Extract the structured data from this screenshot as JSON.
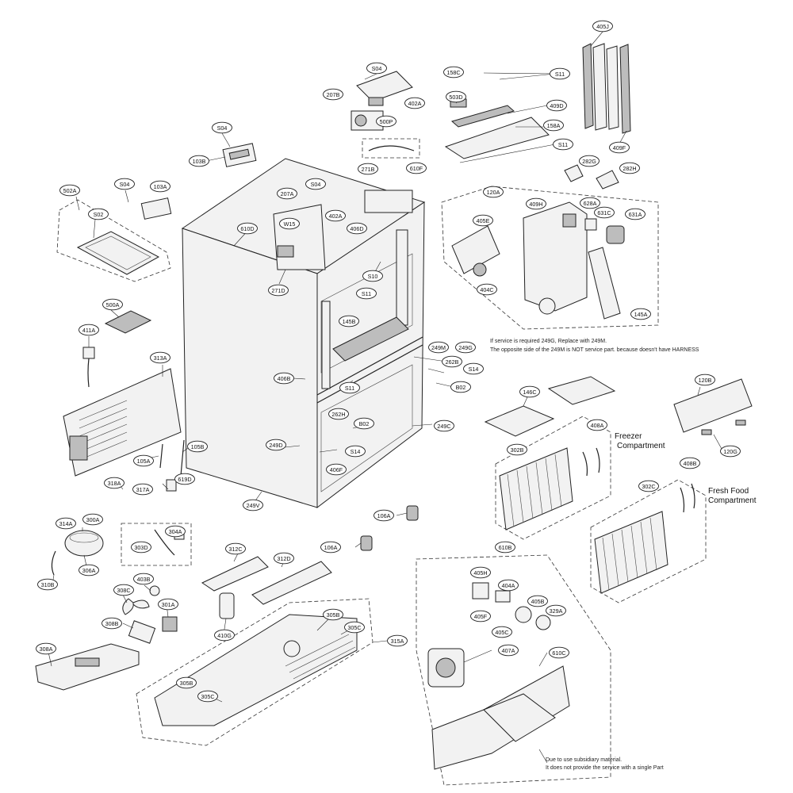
{
  "callouts": [
    {
      "id": "c405J",
      "label": "405J"
    },
    {
      "id": "c158C",
      "label": "158C"
    },
    {
      "id": "cS11a",
      "label": "S11"
    },
    {
      "id": "c503D",
      "label": "503D"
    },
    {
      "id": "c409D",
      "label": "409D"
    },
    {
      "id": "c158A",
      "label": "158A"
    },
    {
      "id": "cS11b",
      "label": "S11"
    },
    {
      "id": "c409F",
      "label": "409F"
    },
    {
      "id": "c282G",
      "label": "282G"
    },
    {
      "id": "c282H",
      "label": "282H"
    },
    {
      "id": "cS04a",
      "label": "S04"
    },
    {
      "id": "c207B",
      "label": "207B"
    },
    {
      "id": "c402Aa",
      "label": "402A"
    },
    {
      "id": "c500P",
      "label": "500P"
    },
    {
      "id": "cS04b",
      "label": "S04"
    },
    {
      "id": "c103B",
      "label": "103B"
    },
    {
      "id": "c610F",
      "label": "610F"
    },
    {
      "id": "c271B",
      "label": "271B"
    },
    {
      "id": "cS04c",
      "label": "S04"
    },
    {
      "id": "c103A",
      "label": "103A"
    },
    {
      "id": "c502A",
      "label": "502A"
    },
    {
      "id": "cS02",
      "label": "S02"
    },
    {
      "id": "c207A",
      "label": "207A"
    },
    {
      "id": "cS04d",
      "label": "S04"
    },
    {
      "id": "c402Ab",
      "label": "402A"
    },
    {
      "id": "cW15",
      "label": "W15"
    },
    {
      "id": "c406D",
      "label": "406D"
    },
    {
      "id": "c610D",
      "label": "610D"
    },
    {
      "id": "cS10",
      "label": "S10"
    },
    {
      "id": "c271D",
      "label": "271D"
    },
    {
      "id": "c120A",
      "label": "120A"
    },
    {
      "id": "c409H",
      "label": "409H"
    },
    {
      "id": "c628A",
      "label": "628A"
    },
    {
      "id": "c631C",
      "label": "631C"
    },
    {
      "id": "c631A",
      "label": "631A"
    },
    {
      "id": "c405E",
      "label": "405E"
    },
    {
      "id": "c404C",
      "label": "404C"
    },
    {
      "id": "c145A",
      "label": "145A"
    },
    {
      "id": "cS11c",
      "label": "S11"
    },
    {
      "id": "c145B",
      "label": "145B"
    },
    {
      "id": "c500A",
      "label": "500A"
    },
    {
      "id": "c411A",
      "label": "411A"
    },
    {
      "id": "c249M",
      "label": "249M"
    },
    {
      "id": "c249G",
      "label": "249G"
    },
    {
      "id": "c262B",
      "label": "262B"
    },
    {
      "id": "cS14a",
      "label": "S14"
    },
    {
      "id": "c313A",
      "label": "313A"
    },
    {
      "id": "c406B",
      "label": "406B"
    },
    {
      "id": "cS11d",
      "label": "S11"
    },
    {
      "id": "cB02a",
      "label": "B02"
    },
    {
      "id": "c146C",
      "label": "146C"
    },
    {
      "id": "c120B",
      "label": "120B"
    },
    {
      "id": "c262H",
      "label": "262H"
    },
    {
      "id": "cB02b",
      "label": "B02"
    },
    {
      "id": "c249C",
      "label": "249C"
    },
    {
      "id": "c408A",
      "label": "408A"
    },
    {
      "id": "c302B",
      "label": "302B"
    },
    {
      "id": "c120G",
      "label": "120G"
    },
    {
      "id": "c105A",
      "label": "105A"
    },
    {
      "id": "c105B",
      "label": "105B"
    },
    {
      "id": "c249D",
      "label": "249D"
    },
    {
      "id": "cS14b",
      "label": "S14"
    },
    {
      "id": "c406F",
      "label": "406F"
    },
    {
      "id": "c408B",
      "label": "408B"
    },
    {
      "id": "c318A",
      "label": "318A"
    },
    {
      "id": "c317A",
      "label": "317A"
    },
    {
      "id": "c619D",
      "label": "619D"
    },
    {
      "id": "c249V",
      "label": "249V"
    },
    {
      "id": "c302C",
      "label": "302C"
    },
    {
      "id": "c106Aa",
      "label": "106A"
    },
    {
      "id": "c314A",
      "label": "314A"
    },
    {
      "id": "c300A",
      "label": "300A"
    },
    {
      "id": "c304A",
      "label": "304A"
    },
    {
      "id": "c303D",
      "label": "303D"
    },
    {
      "id": "c106Ab",
      "label": "106A"
    },
    {
      "id": "c306A",
      "label": "306A"
    },
    {
      "id": "c312C",
      "label": "312C"
    },
    {
      "id": "c312D",
      "label": "312D"
    },
    {
      "id": "c610B",
      "label": "610B"
    },
    {
      "id": "c310B",
      "label": "310B"
    },
    {
      "id": "c403B",
      "label": "403B"
    },
    {
      "id": "c308C",
      "label": "308C"
    },
    {
      "id": "c301A",
      "label": "301A"
    },
    {
      "id": "c405H",
      "label": "405H"
    },
    {
      "id": "c404A",
      "label": "404A"
    },
    {
      "id": "c308B",
      "label": "308B"
    },
    {
      "id": "c410G",
      "label": "410G"
    },
    {
      "id": "c305Ba",
      "label": "305B"
    },
    {
      "id": "c305Ca",
      "label": "305C"
    },
    {
      "id": "c315A",
      "label": "315A"
    },
    {
      "id": "c405B",
      "label": "405B"
    },
    {
      "id": "c329A",
      "label": "329A"
    },
    {
      "id": "c405F",
      "label": "405F"
    },
    {
      "id": "c405C",
      "label": "405C"
    },
    {
      "id": "c308A",
      "label": "308A"
    },
    {
      "id": "c407A",
      "label": "407A"
    },
    {
      "id": "c610C",
      "label": "610C"
    },
    {
      "id": "c305Bb",
      "label": "305B"
    },
    {
      "id": "c305Cb",
      "label": "305C"
    }
  ],
  "notes": {
    "service_249g_line1": "If service is required 249G, Replace with 249M.",
    "service_249g_line2": "The opposite side of the 249M is NOT service part. because doesn't have HARNESS",
    "subsidiary_line1": "Due to use subsidiary material.",
    "subsidiary_line2": "It does not provide the service with a single Part"
  },
  "compartments": {
    "freezer_line1": "Freezer",
    "freezer_line2": "Compartment",
    "fresh_line1": "Fresh Food",
    "fresh_line2": "Compartment"
  }
}
